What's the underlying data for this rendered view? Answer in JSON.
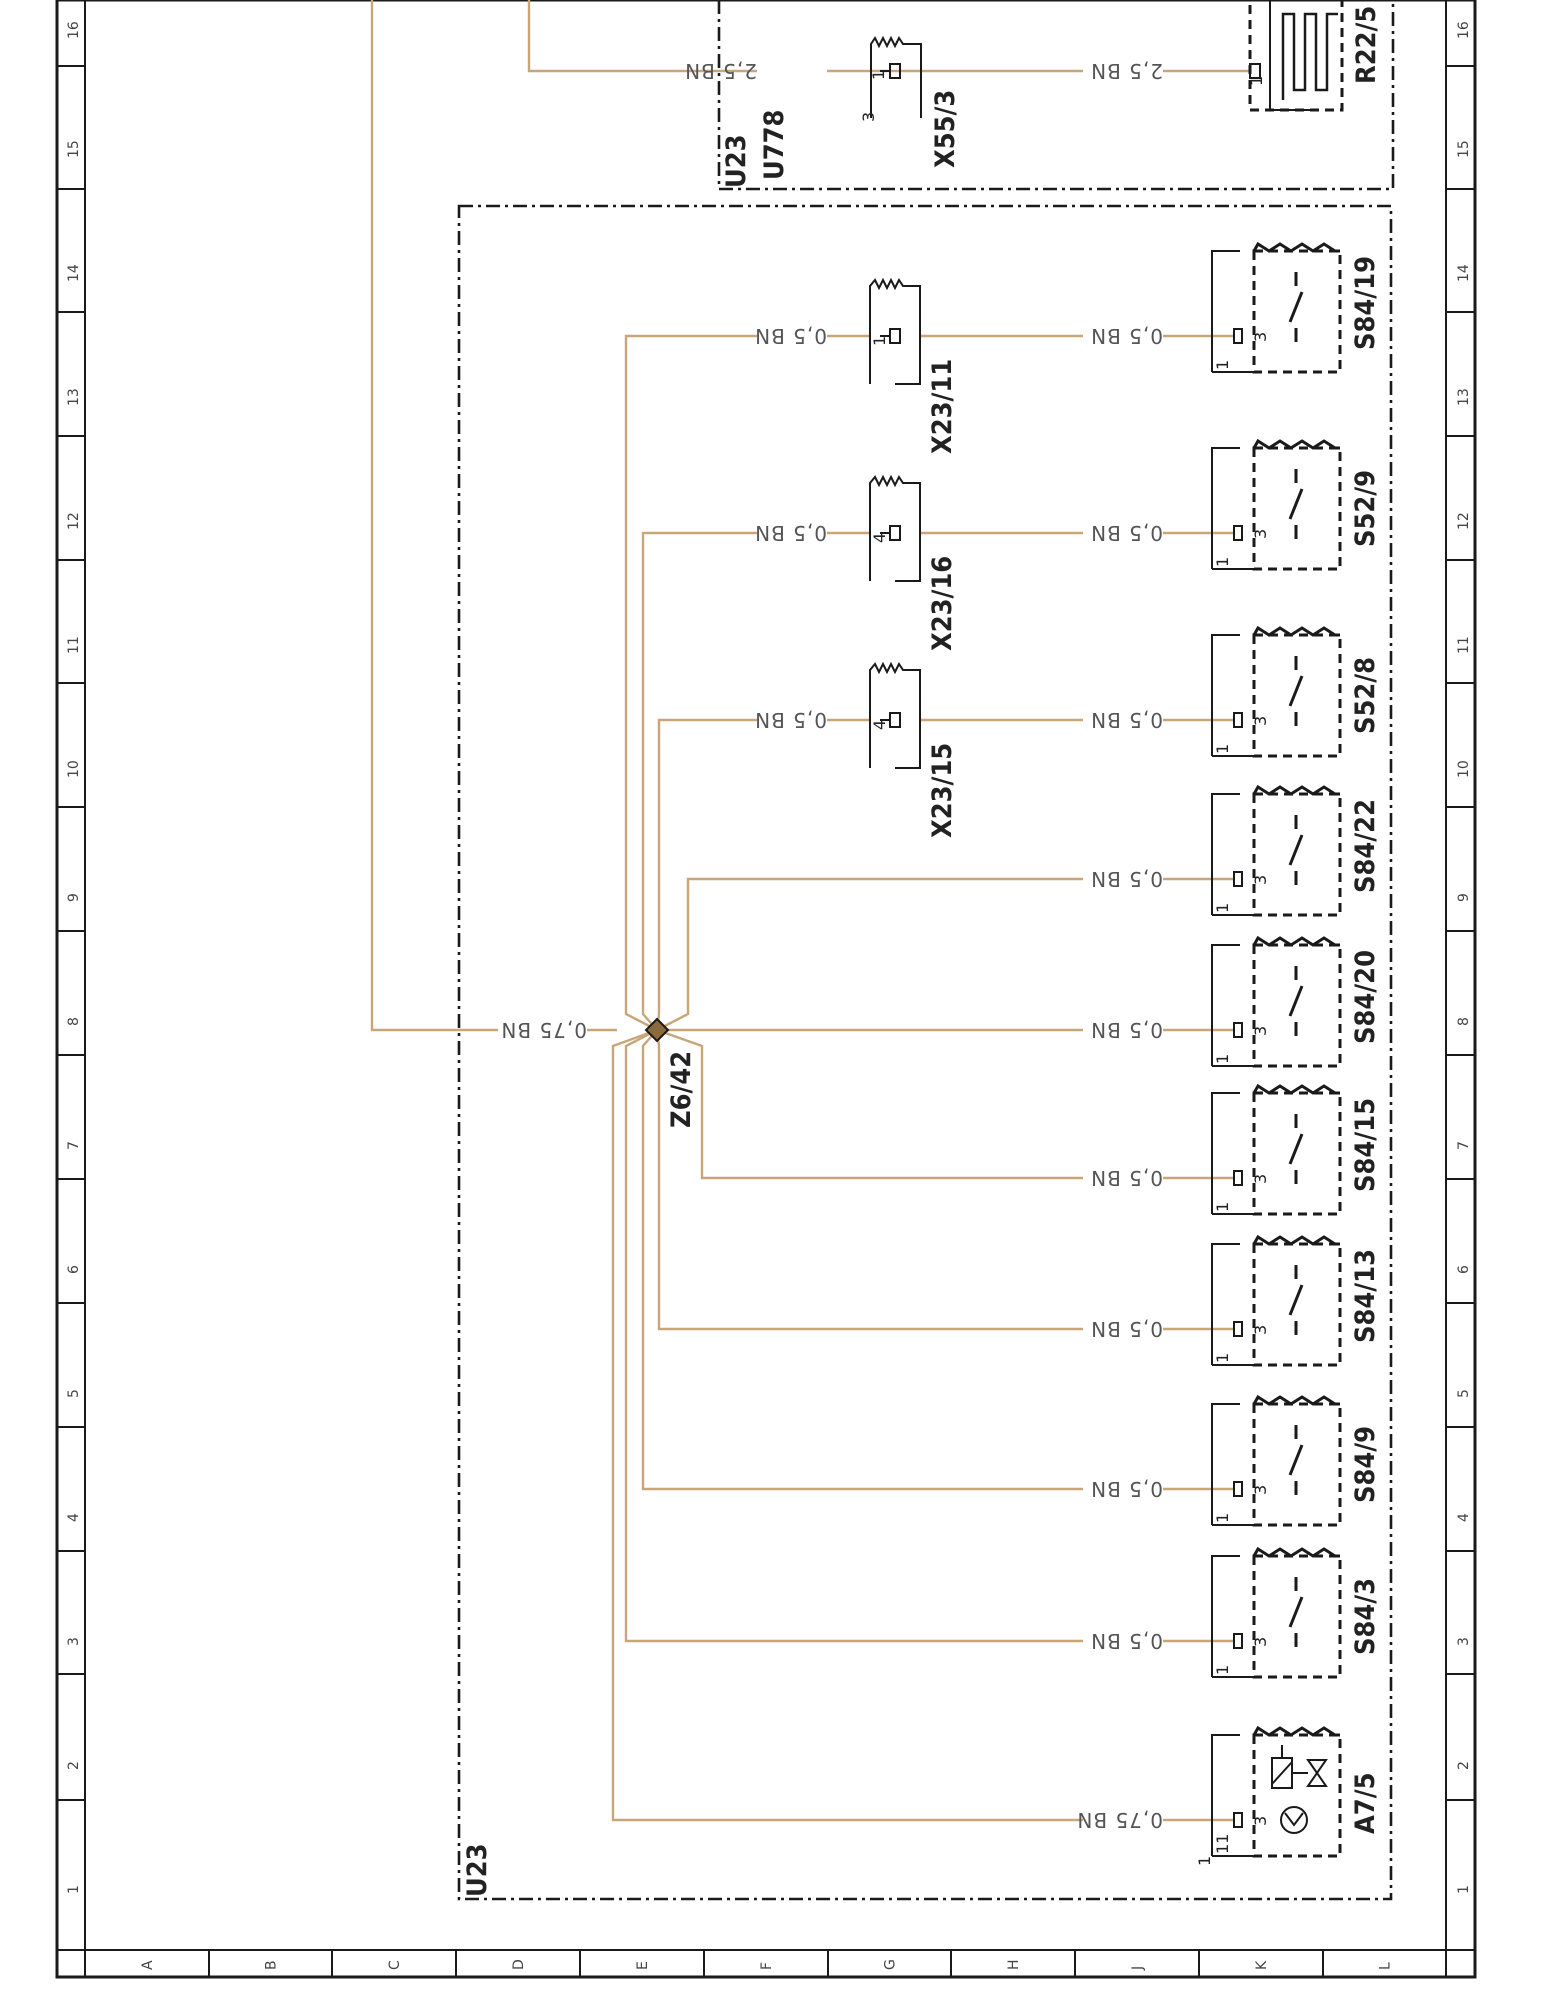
{
  "sheet": {
    "grid_columns": [
      "A",
      "B",
      "C",
      "D",
      "E",
      "F",
      "G",
      "H",
      "J",
      "K",
      "L"
    ],
    "grid_rows": [
      "1",
      "2",
      "3",
      "4",
      "5",
      "6",
      "7",
      "8",
      "9",
      "10",
      "11",
      "12",
      "13",
      "14",
      "15",
      "16"
    ]
  },
  "areas": {
    "outer_label": "U23",
    "upper_labels": [
      "U23",
      "U778"
    ]
  },
  "splice": {
    "label": "Z6/42",
    "feed_gauge": "0,75 BN"
  },
  "upper_circuit": {
    "connector_label": "X55/3",
    "connector_pin": "1",
    "connector_aux_pin": "3",
    "heater_label": "R22/5",
    "heater_pin": "1",
    "gauge_left": "2,5 BN",
    "gauge_right": "2,5 BN"
  },
  "branches": [
    {
      "id": "s84-19",
      "component": "S84/19",
      "pin": "3",
      "aux_pin": "1",
      "gauge_right": "0,5 BN",
      "connector": "X23/11",
      "connector_pin": "1",
      "gauge_left": "0,5 BN"
    },
    {
      "id": "s52-9",
      "component": "S52/9",
      "pin": "3",
      "aux_pin": "1",
      "gauge_right": "0,5 BN",
      "connector": "X23/16",
      "connector_pin": "4",
      "gauge_left": "0,5 BN"
    },
    {
      "id": "s52-8",
      "component": "S52/8",
      "pin": "3",
      "aux_pin": "1",
      "gauge_right": "0,5 BN",
      "connector": "X23/15",
      "connector_pin": "4",
      "gauge_left": "0,5 BN"
    },
    {
      "id": "s84-22",
      "component": "S84/22",
      "pin": "3",
      "aux_pin": "1",
      "gauge_right": "0,5 BN"
    },
    {
      "id": "s84-20",
      "component": "S84/20",
      "pin": "3",
      "aux_pin": "1",
      "gauge_right": "0,5 BN"
    },
    {
      "id": "s84-15",
      "component": "S84/15",
      "pin": "3",
      "aux_pin": "1",
      "gauge_right": "0,5 BN"
    },
    {
      "id": "s84-13",
      "component": "S84/13",
      "pin": "3",
      "aux_pin": "1",
      "gauge_right": "0,5 BN"
    },
    {
      "id": "s84-9",
      "component": "S84/9",
      "pin": "3",
      "aux_pin": "1",
      "gauge_right": "0,5 BN"
    },
    {
      "id": "s84-3",
      "component": "S84/3",
      "pin": "3",
      "aux_pin": "1",
      "gauge_right": "0,5 BN"
    },
    {
      "id": "a7-5",
      "component": "A7/5",
      "pin": "3",
      "aux_pin": "11",
      "outer_pin": "1",
      "gauge_right": "0,75 BN"
    }
  ],
  "colors": {
    "wire": "#c9a57a",
    "line": "#1a1a1a",
    "background": "#ffffff"
  }
}
